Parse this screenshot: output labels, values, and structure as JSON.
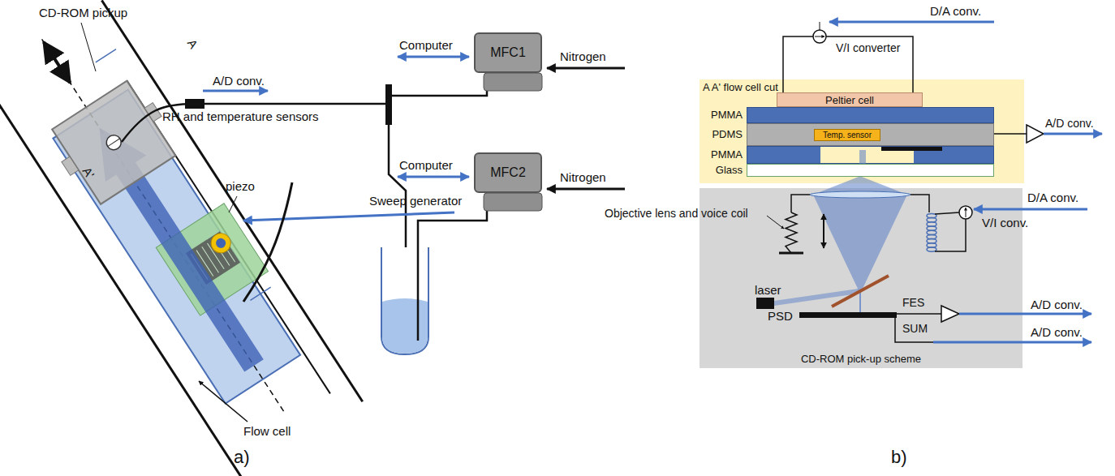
{
  "diagram": {
    "nodes": [
      {
        "text": [
          "MFC1"
        ]
      },
      {
        "text": [
          "MFC2"
        ]
      },
      {
        "text": [
          "A A' flow cell cut"
        ]
      },
      {
        "text": [
          "Peltier cell"
        ],
        "in": 2
      },
      {
        "text": [
          "PMMA"
        ],
        "in": 2
      },
      {
        "text": [
          "PDMS"
        ],
        "in": 2
      },
      {
        "text": [
          "Temp. sensor"
        ],
        "in": 5
      },
      {
        "text": [
          "PMMA"
        ],
        "in": 2
      },
      {
        "text": [
          "Glass"
        ],
        "in": 2
      },
      {
        "text": [
          "CD-ROM pick-up scheme"
        ]
      }
    ],
    "labels": [
      "CD-ROM pickup",
      "A/D conv.",
      "RH and temperature sensors",
      "Computer",
      "Nitrogen",
      "Computer",
      "Nitrogen",
      "piezo",
      "Sweep generator",
      "A",
      "A'",
      "Flow cell",
      "a)",
      "D/A conv.",
      "V/I converter",
      "A/D conv.",
      "Objective lens and voice coil",
      "D/A conv.",
      "V/I conv.",
      "laser",
      "PSD",
      "FES",
      "SUM",
      "A/D conv.",
      "A/D conv.",
      "b)"
    ]
  }
}
